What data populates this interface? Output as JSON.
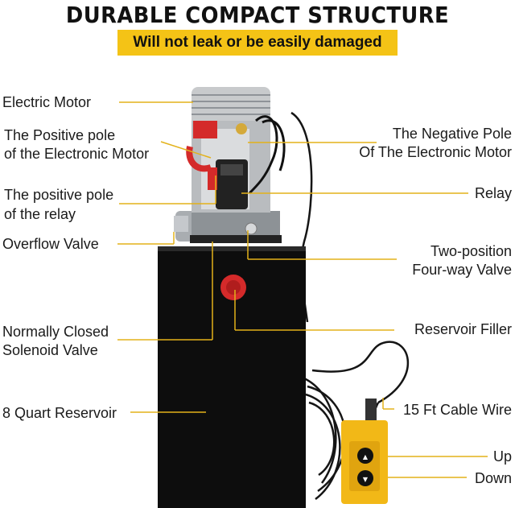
{
  "header": {
    "title": "DURABLE COMPACT STRUCTURE",
    "subtitle": "Will not leak or be easily damaged"
  },
  "labels": {
    "electric_motor": "Electric Motor",
    "positive_pole_motor_1": "The Positive pole",
    "positive_pole_motor_2": "of the Electronic Motor",
    "negative_pole_1": "The Negative Pole",
    "negative_pole_2": "Of The Electronic Motor",
    "positive_pole_relay_1": "The positive pole",
    "positive_pole_relay_2": "of the relay",
    "relay": "Relay",
    "overflow_valve": "Overflow Valve",
    "two_position_1": "Two-position",
    "two_position_2": "Four-way Valve",
    "normally_closed_1": "Normally Closed",
    "normally_closed_2": "Solenoid Valve",
    "reservoir_filler": "Reservoir Filler",
    "reservoir": "8 Quart Reservoir",
    "cable_wire": "15 Ft Cable Wire",
    "up": "Up",
    "down": "Down"
  },
  "colors": {
    "accent": "#f4c316",
    "leader_line": "#e3b21a",
    "reservoir": "#0d0d0d",
    "motor": "#c8cacc",
    "cap_red": "#d42a2a",
    "remote_yellow": "#f2b817"
  }
}
